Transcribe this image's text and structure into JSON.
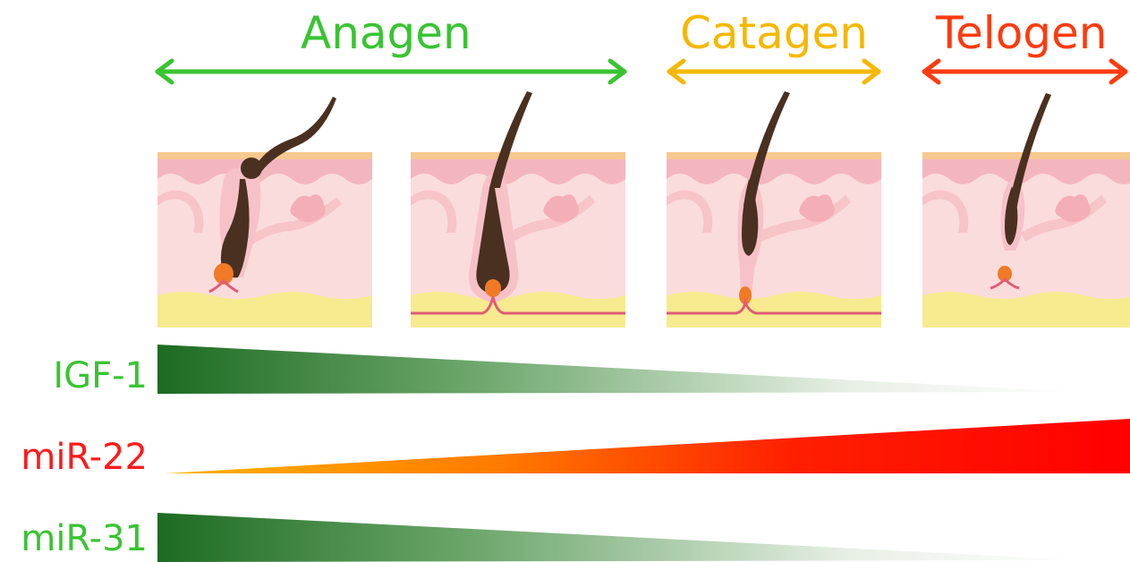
{
  "phases": [
    {
      "label": "Anagen",
      "color": "#39c432"
    },
    {
      "label": "Catagen",
      "color": "#f5b800"
    },
    {
      "label": "Telogen",
      "color": "#ff3b0f"
    }
  ],
  "stages": [
    "anagen-early",
    "anagen-full",
    "catagen",
    "telogen"
  ],
  "colors": {
    "skin_top": "#f5c98f",
    "epidermis": "#f4b6be",
    "dermis": "#fbdcdc",
    "fat": "#f7ea8f",
    "hair": "#4a3020",
    "papilla": "#f07a27",
    "vessel": "#e05c75"
  },
  "markers": [
    {
      "label": "IGF-1",
      "color": "#39c432",
      "trend": "decreasing",
      "gradient": [
        "#1d6b22",
        "#ffffff"
      ]
    },
    {
      "label": "miR-22",
      "color": "#ff1a1a",
      "trend": "increasing",
      "gradient": [
        "#ff8a00",
        "#ff0000"
      ]
    },
    {
      "label": "miR-31",
      "color": "#39c432",
      "trend": "decreasing",
      "gradient": [
        "#1d6b22",
        "#ffffff"
      ]
    }
  ]
}
